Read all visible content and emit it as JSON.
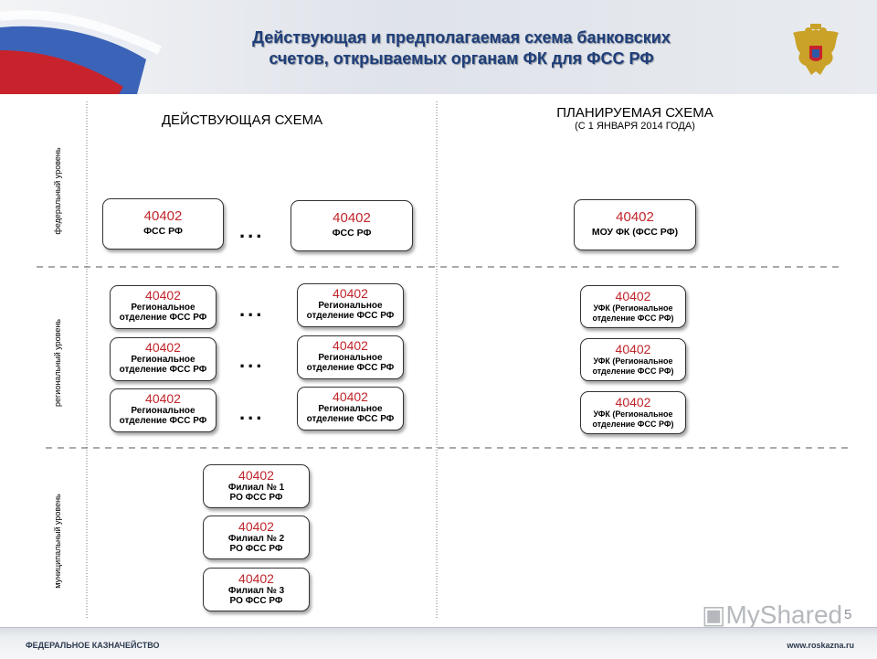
{
  "header": {
    "title_line1": "Действующая и предполагаемая схема банковских",
    "title_line2": "счетов, открываемых органам ФК для ФСС РФ"
  },
  "columns": {
    "current_title": "ДЕЙСТВУЮЩАЯ СХЕМА",
    "planned_title": "ПЛАНИРУЕМАЯ СХЕМА",
    "planned_subtitle": "(С 1 ЯНВАРЯ 2014 ГОДА)"
  },
  "levels": {
    "federal": "федеральный уровень",
    "regional": "региональный уровень",
    "municipal": "муниципальный уровень"
  },
  "ellipsis": "...",
  "federal_current": [
    {
      "account": "40402",
      "name": "ФСС РФ"
    },
    {
      "account": "40402",
      "name": "ФСС РФ"
    }
  ],
  "federal_planned": {
    "account": "40402",
    "name": "МОУ ФК (ФСС РФ)"
  },
  "regional_current": [
    {
      "account": "40402",
      "line1": "Региональное",
      "line2": "отделение ФСС РФ"
    },
    {
      "account": "40402",
      "line1": "Региональное",
      "line2": "отделение ФСС РФ"
    },
    {
      "account": "40402",
      "line1": "Региональное",
      "line2": "отделение ФСС РФ"
    },
    {
      "account": "40402",
      "line1": "Региональное",
      "line2": "отделение ФСС РФ"
    },
    {
      "account": "40402",
      "line1": "Региональное",
      "line2": "отделение ФСС РФ"
    },
    {
      "account": "40402",
      "line1": "Региональное",
      "line2": "отделение ФСС РФ"
    }
  ],
  "regional_planned": [
    {
      "account": "40402",
      "line1": "УФК (Региональное",
      "line2": "отделение ФСС РФ)"
    },
    {
      "account": "40402",
      "line1": "УФК (Региональное",
      "line2": "отделение ФСС РФ)"
    },
    {
      "account": "40402",
      "line1": "УФК (Региональное",
      "line2": "отделение ФСС РФ)"
    }
  ],
  "municipal_current": [
    {
      "account": "40402",
      "line1": "Филиал № 1",
      "line2": "РО ФСС РФ"
    },
    {
      "account": "40402",
      "line1": "Филиал № 2",
      "line2": "РО ФСС РФ"
    },
    {
      "account": "40402",
      "line1": "Филиал № 3",
      "line2": "РО ФСС РФ"
    }
  ],
  "footer": {
    "left": "ФЕДЕРАЛЬНОЕ КАЗНАЧЕЙСТВО",
    "right": "www.roskazna.ru"
  },
  "page_number": "5",
  "watermark": "MyShared",
  "colors": {
    "title": "#1f3f7a",
    "account": "#c0252b"
  }
}
